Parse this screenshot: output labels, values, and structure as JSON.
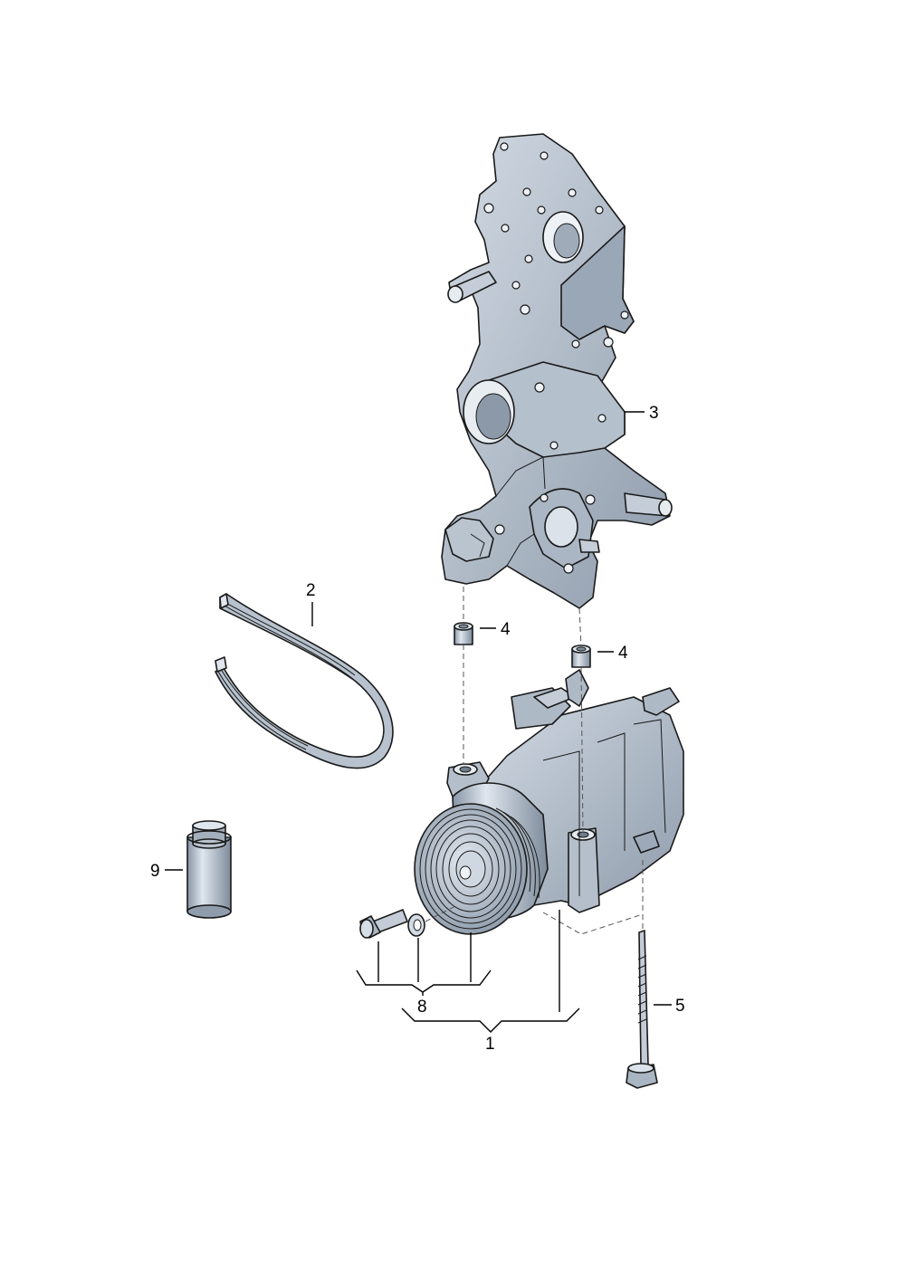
{
  "callouts": {
    "c1": "1",
    "c2": "2",
    "c3": "3",
    "c4a": "4",
    "c4b": "4",
    "c5": "5",
    "c8": "8",
    "c9": "9"
  },
  "colors": {
    "metal_light": "#c9d2dc",
    "metal_mid": "#a9b6c4",
    "metal_dark": "#7c8a9a",
    "metal_shadow": "#5e6b7a",
    "line": "#1a1a1a"
  },
  "parts": {
    "bracket": "bracket-icon",
    "belt": "ribbed-belt-icon",
    "bushing": "bushing-icon",
    "compressor": "ac-compressor-icon",
    "bolt_long": "long-bolt-icon",
    "bolt_short": "short-bolt-icon",
    "washer": "washer-icon",
    "oil_can": "oil-canister-icon"
  }
}
